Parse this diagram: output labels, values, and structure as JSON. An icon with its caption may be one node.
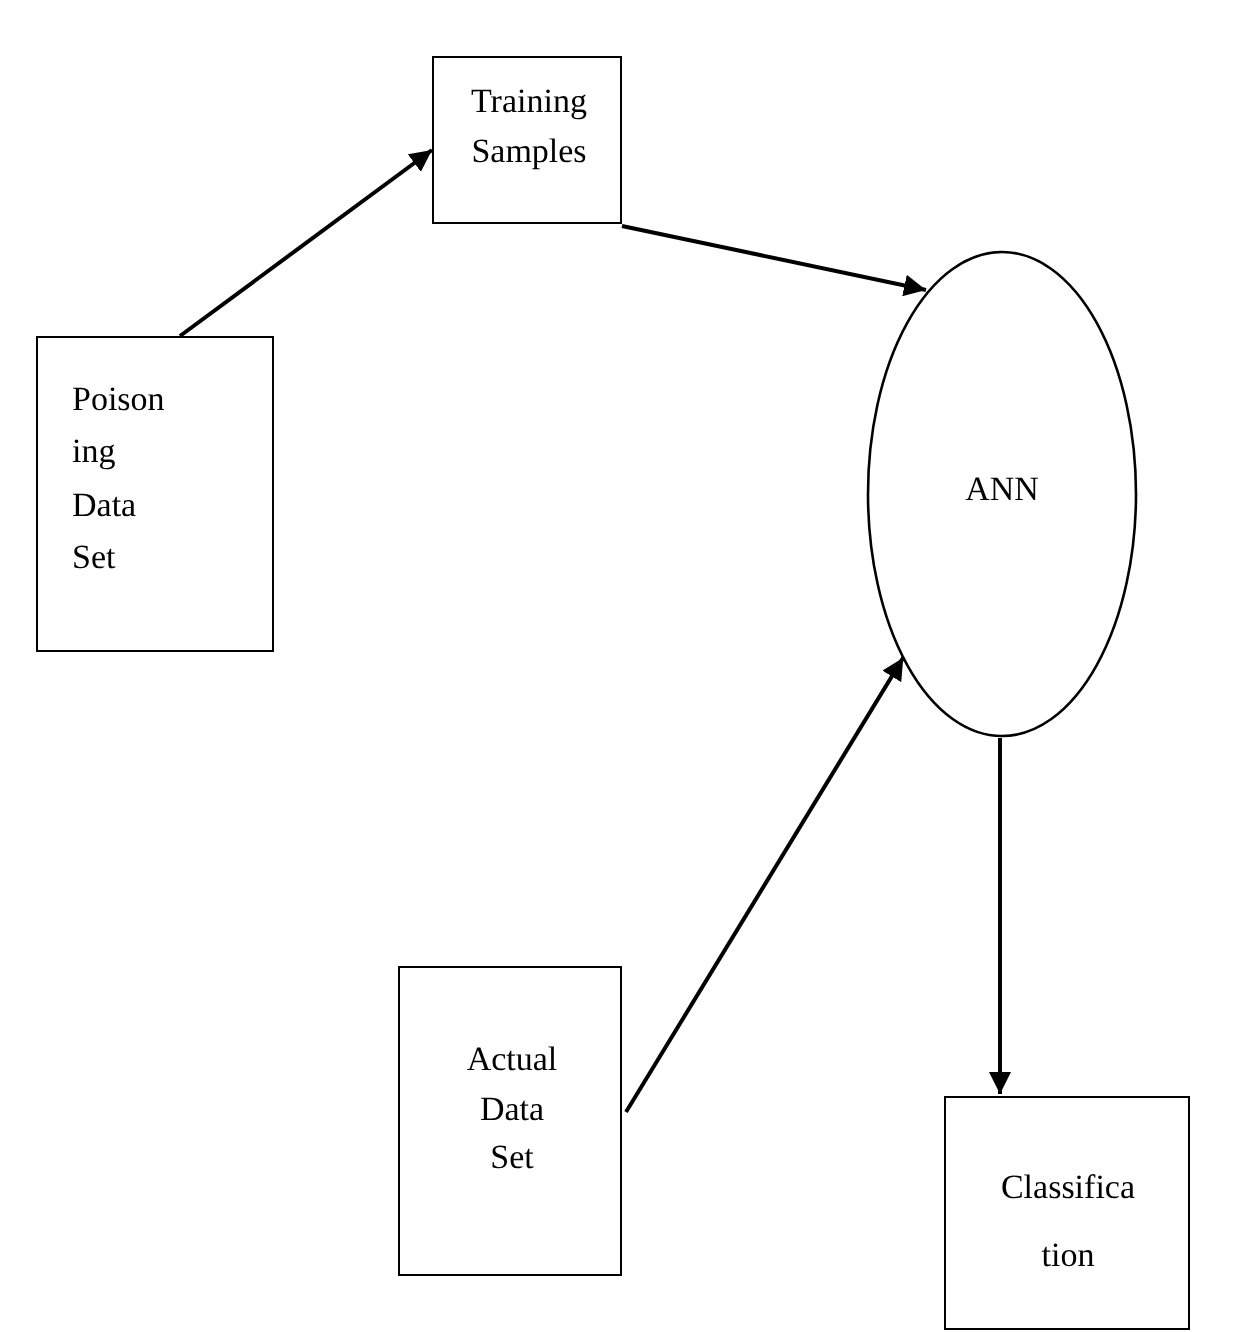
{
  "diagram": {
    "nodes": [
      {
        "text": [
          "Training Samples"
        ]
      },
      {
        "text": [
          "Poison ing Data Set"
        ]
      },
      {
        "text": [
          "ANN"
        ]
      },
      {
        "text": [
          "Actual Data Set"
        ]
      },
      {
        "text": [
          "Classifica tion"
        ]
      }
    ],
    "edges": [
      {
        "from": 1,
        "to": 0,
        "arrow": "to"
      },
      {
        "from": 0,
        "to": 2,
        "arrow": "to"
      },
      {
        "from": 3,
        "to": 2,
        "arrow": "to"
      },
      {
        "from": 2,
        "to": 4,
        "arrow": "to"
      }
    ]
  }
}
